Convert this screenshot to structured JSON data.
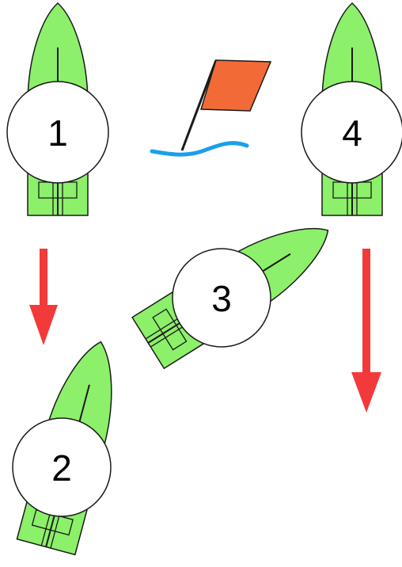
{
  "colors": {
    "hull": "#8cf06a",
    "outline": "#1a1a1a",
    "badge": "#ffffff",
    "arrow": "#f23a3a",
    "flag": "#f26a36",
    "water": "#1ba0e8"
  },
  "boats": [
    {
      "label": "1"
    },
    {
      "label": "2"
    },
    {
      "label": "3"
    },
    {
      "label": "4"
    }
  ],
  "mark": {
    "icon": "flag-icon",
    "water_icon": "water-wave-icon"
  },
  "arrows": [
    {
      "icon": "arrow-down-icon"
    },
    {
      "icon": "arrow-down-icon"
    }
  ]
}
